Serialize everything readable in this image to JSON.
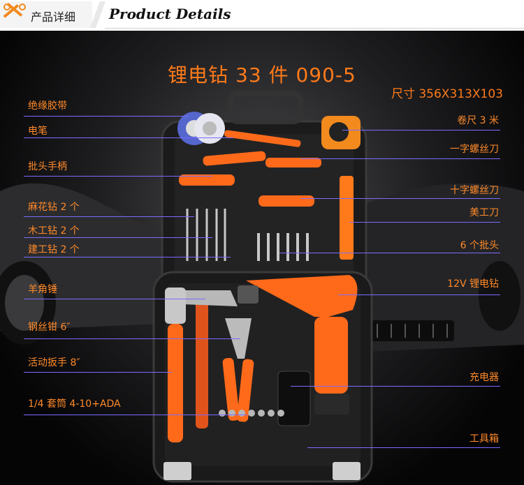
{
  "header": {
    "cn_label": "产品详细",
    "en_title": "Product Details"
  },
  "title": "锂电钻 33 件 090-5",
  "size": "尺寸 356X313X103",
  "labels_left": [
    "绝缘胶带",
    "电笔",
    "批头手柄",
    "麻花钻 2 个",
    "木工钻 2 个",
    "建工钻 2 个",
    "羊角锤",
    "钢丝钳 6″",
    "活动扳手 8″",
    "1/4 套筒 4-10+ADA"
  ],
  "labels_right": [
    "卷尺 3 米",
    "一字螺丝刀",
    "十字螺丝刀",
    "美工刀",
    "6 个批头",
    "12V 锂电钻",
    "充电器",
    "工具箱"
  ],
  "colors": {
    "accent": "#ff7a1a",
    "leader": "#7b6cff"
  }
}
